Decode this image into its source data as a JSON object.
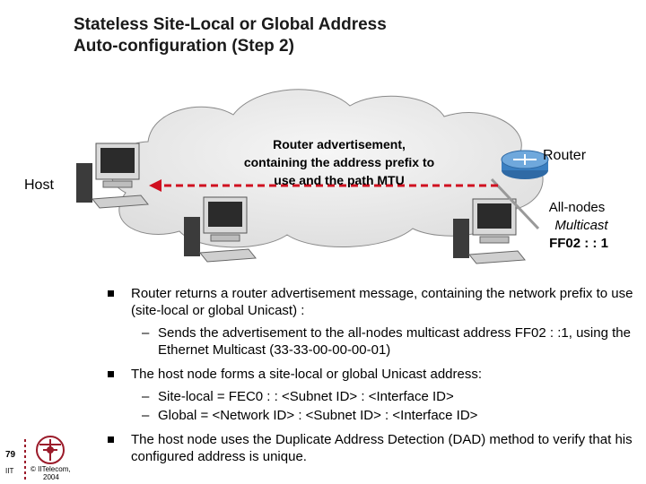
{
  "title": {
    "line1": "Stateless Site-Local or Global Address",
    "line2": "Auto-configuration (Step 2)"
  },
  "diagram": {
    "cloud_text": [
      "Router advertisement,",
      "containing the address prefix to",
      "use and the path MTU"
    ],
    "host_label": "Host",
    "router_label": "Router",
    "multicast_label": [
      "All-nodes",
      "Multicast",
      "FF02 : : 1"
    ]
  },
  "colors": {
    "cloud_fill": "#e9e9e9",
    "arrow": "#d01020",
    "router": "#3a7fc1",
    "accent": "#9b1b2a"
  },
  "bullets": [
    {
      "text": "Router returns a router advertisement message, containing the network prefix to use (site-local or global Unicast) :",
      "subs": [
        "Sends the advertisement to the all-nodes multicast address FF02 : :1, using the Ethernet Multicast (33-33-00-00-00-01)"
      ]
    },
    {
      "text": "The host node forms a site-local or global Unicast address:",
      "subs": [
        "Site-local = FEC0 : : <Subnet ID> : <Interface ID>",
        "Global = <Network ID> : <Subnet ID> : <Interface ID>"
      ]
    },
    {
      "text": "The host node uses the Duplicate Address Detection (DAD) method to verify that his configured address is unique.",
      "subs": []
    }
  ],
  "footer": {
    "page": "79",
    "org": "IIT",
    "copyright_line1": "© IITelecom,",
    "copyright_line2": "2004"
  }
}
